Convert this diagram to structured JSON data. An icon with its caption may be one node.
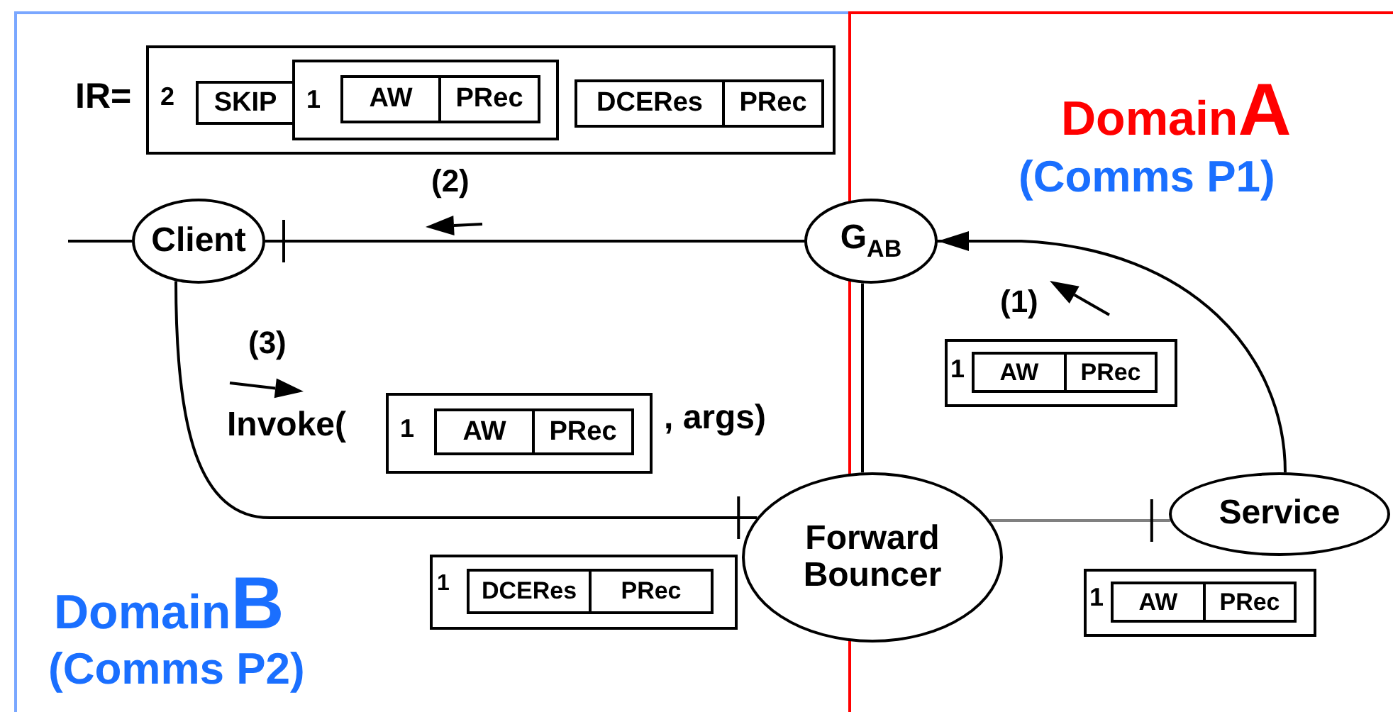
{
  "diagram": {
    "nodes": [
      {
        "text": [
          "DomainB",
          "(Comms P2)"
        ]
      },
      {
        "text": [
          "DomainA",
          "(Comms P1)"
        ]
      },
      {
        "text": [
          "2"
        ],
        "beside": [
          "IR="
        ],
        "in": 0
      },
      {
        "text": [
          "SKIP"
        ],
        "in": 2
      },
      {
        "text": [
          "1"
        ],
        "in": 2
      },
      {
        "text": [
          "AW"
        ],
        "in": 4
      },
      {
        "text": [
          "PRec"
        ],
        "in": 4
      },
      {
        "text": [
          "DCERes"
        ],
        "in": 2
      },
      {
        "text": [
          "PRec"
        ],
        "in": 2
      },
      {
        "text": [
          "Client"
        ],
        "in": 0
      },
      {
        "text": [
          "G$_{AB}$"
        ]
      },
      {
        "text": [
          "1"
        ],
        "beside": [
          "Invoke(",
          ", args)"
        ],
        "in": 0
      },
      {
        "text": [
          "AW"
        ],
        "in": 11
      },
      {
        "text": [
          "PRec"
        ],
        "in": 11
      },
      {
        "text": [
          "1"
        ],
        "in": 0
      },
      {
        "text": [
          "DCERes"
        ],
        "in": 14
      },
      {
        "text": [
          "PRec"
        ],
        "in": 14
      },
      {
        "text": [
          "Forward Bouncer"
        ]
      },
      {
        "text": [
          "1"
        ],
        "in": 1
      },
      {
        "text": [
          "AW"
        ],
        "in": 18
      },
      {
        "text": [
          "PRec"
        ],
        "in": 18
      },
      {
        "text": [
          "Service"
        ],
        "in": 1
      },
      {
        "text": [
          "1"
        ],
        "in": 1
      },
      {
        "text": [
          "AW"
        ],
        "in": 22
      },
      {
        "text": [
          "PRec"
        ],
        "in": 22
      }
    ],
    "edges": [
      {
        "from": null,
        "to": 9,
        "arrow": "none"
      },
      {
        "from": 10,
        "to": 9,
        "arrow": "other"
      },
      {
        "from": 9,
        "to": 17,
        "arrow": "other"
      },
      {
        "from": 10,
        "to": 17,
        "arrow": "none"
      },
      {
        "from": 17,
        "to": 21,
        "arrow": "other",
        "color": "#808080"
      },
      {
        "from": 21,
        "to": 10,
        "arrow": "to"
      }
    ],
    "labels": [
      "(2)",
      "(1)",
      "(3)"
    ]
  }
}
